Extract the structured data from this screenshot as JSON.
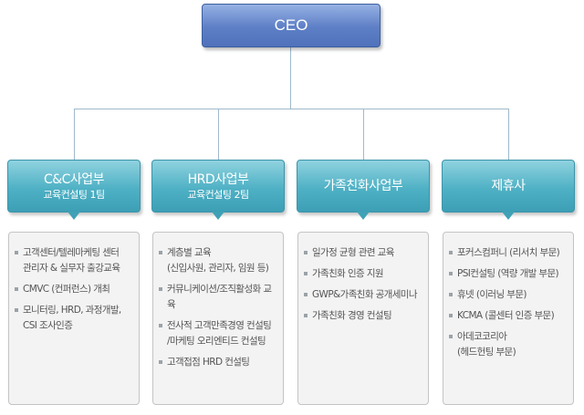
{
  "ceo": {
    "label": "CEO"
  },
  "departments": [
    {
      "title": "C&C사업부",
      "subtitle": "교육컨설팅 1팀",
      "items": [
        "고객센터/텔레마케팅 센터\n관리자 & 실무자 출강교육",
        "CMVC (컨퍼런스) 개최",
        "모니터링, HRD, 과정개발,\nCSI 조사인증"
      ]
    },
    {
      "title": "HRD사업부",
      "subtitle": "교육컨설팅 2팀",
      "items": [
        "계층별 교육\n(신입사원, 관리자, 임원 등)",
        "커뮤니케이션/조직활성화 교육",
        "전사적 고객만족경영 컨설팅\n/마케팅 오리엔티드 컨설팅",
        "고객접점 HRD 컨설팅"
      ]
    },
    {
      "title": "가족친화사업부",
      "subtitle": "",
      "items": [
        "일가정 균형 관련 교육",
        "가족친화 인증 지원",
        "GWP&가족친화 공개세미나",
        "가족친화 경영 컨설팅"
      ]
    },
    {
      "title": "제휴사",
      "subtitle": "",
      "items": [
        "포커스컴퍼니 (리서치 부문)",
        "PSI컨설팅 (역량 개발 부문)",
        "휴넷 (이러닝 부문)",
        "KCMA (콜센터 인증 부문)",
        "아데코코리아\n(헤드헌팅 부문)"
      ]
    }
  ]
}
